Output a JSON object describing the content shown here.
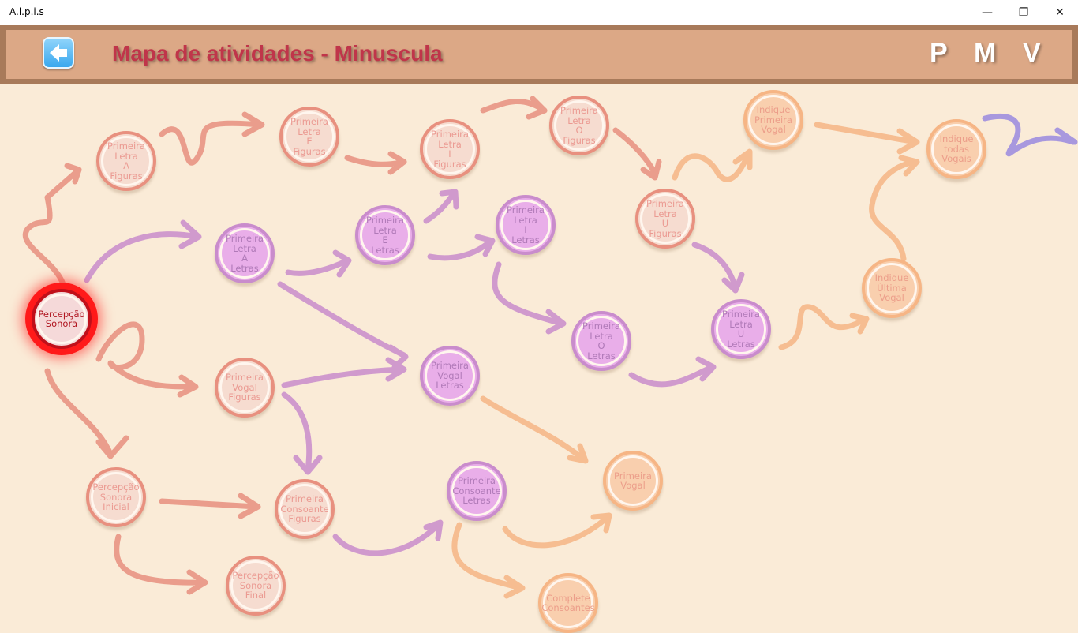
{
  "window": {
    "title": "A.l.p.i.s",
    "minimize": "—",
    "restore": "❐",
    "close": "✕"
  },
  "header": {
    "title": "Mapa de atividades - Minuscula",
    "back_icon": "arrow-left-icon",
    "buttons": [
      "P",
      "M",
      "V"
    ]
  },
  "colors": {
    "salmon": "#e8907f",
    "purple": "#c98ccc",
    "orange": "#f6b585",
    "active": "#ff1a1a",
    "title": "#c0354a"
  },
  "nodes": [
    "Percepção\nSonora",
    "Primeira\nLetra\nA\nFiguras",
    "Primeira\nLetra\nE\nFiguras",
    "Primeira\nLetra\nI\nFiguras",
    "Primeira\nLetra\nO\nFiguras",
    "Primeira\nLetra\nU\nFiguras",
    "Indique\nPrimeira\nVogal",
    "Indique\ntodas\nVogais",
    "Primeira\nLetra\nA\nLetras",
    "Primeira\nLetra\nE\nLetras",
    "Primeira\nLetra\nI\nLetras",
    "Primeira\nLetra\nO\nLetras",
    "Primeira\nLetra\nU\nLetras",
    "Indique\nÚltima\nVogal",
    "Primeira\nVogal\nFiguras",
    "Primeira\nVogal\nLetras",
    "Percepção\nSonora\nInicial",
    "Primeira\nConsoante\nFiguras",
    "Primeira\nConsoante\nLetras",
    "Primeira\nVogal",
    "Percepção\nSonora\nFinal",
    "Complete\nConsoantes"
  ]
}
